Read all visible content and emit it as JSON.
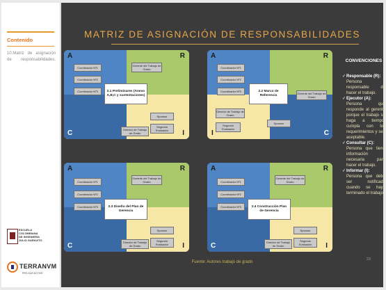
{
  "sidebar": {
    "heading": "Contenido",
    "item": "10.Matriz de asignación de responsabilidades.",
    "logo_school": [
      "ESCUELA",
      "COLOMBIANA",
      "DE INGENIERÍA",
      "JULIO GARAVITO"
    ],
    "logo_brand": "TERRANVM",
    "logo_tagline": "PRO SUO ACTIVE"
  },
  "slide": {
    "title": "MATRIZ DE ASIGNACIÓN DE RESPONSABILIDADES",
    "source": "Fuente: Autores trabajo de grado",
    "page_number": "23"
  },
  "corners": {
    "a": "A",
    "r": "R",
    "c": "C",
    "i": "I"
  },
  "matrices": [
    {
      "center": "2.1 Preliminares (Anexo A,B,C y sustentaciones)",
      "tl": [
        "Coordinador Nº1",
        "Coordinador Nº2",
        "Coordinador Nº3"
      ],
      "tl_right": [
        "Gerente del Trabajo de Grado"
      ],
      "br": [
        "Sponsor",
        "Segundo Evaluador"
      ],
      "bl": [
        "Director de Trabajo de Grado"
      ]
    },
    {
      "center": "2.2 Marco de Referencia",
      "tl": [
        "Coordinador Nº1",
        "Coordinador Nº2",
        "Coordinador Nº3"
      ],
      "tr": [
        "Gerente del Trabajo de Grado"
      ],
      "bl": [
        "Director de Trabajo de Grado",
        "Segundo Evaluador"
      ],
      "br": [
        "Sponsor"
      ]
    },
    {
      "center": "2.3 Diseño del Plan de Gerencia",
      "tl": [
        "Coordinador Nº1",
        "Coordinador Nº2",
        "Coordinador Nº3"
      ],
      "tr": [
        "Gerente del Trabajo de Grado"
      ],
      "br": [
        "Sponsor",
        "Segundo Evaluador"
      ],
      "bl": [
        "Director de Trabajo de Grado"
      ]
    },
    {
      "center": "2.4 Construcción Plan de Gerencia",
      "tl": [
        "Coordinador Nº1",
        "Coordinador Nº2",
        "Coordinador Nº3"
      ],
      "tr": [
        "Gerente del Trabajo de Grado"
      ],
      "br": [
        "Sponsor",
        "Segundo Evaluador"
      ],
      "bl": [
        "Director de Trabajo de Grado"
      ]
    }
  ],
  "conventions": {
    "title": "CONVENCIONES",
    "items": [
      {
        "term": "Responsable (R):",
        "desc": "Persona responsable de hacer el trabajo."
      },
      {
        "term": "Ejecutor (A):",
        "desc": "Persona que responde al gerente porque el trabajo se haga a tiempo, cumpla con los requerimientos y sea aceptable."
      },
      {
        "term": "Consultar (C):",
        "desc": "Persona que tiene información necesaria para hacer el trabajo."
      },
      {
        "term": "Informar (I):",
        "desc": "Persona que debe ser notificada cuando se haya terminado el trabajo."
      }
    ]
  }
}
